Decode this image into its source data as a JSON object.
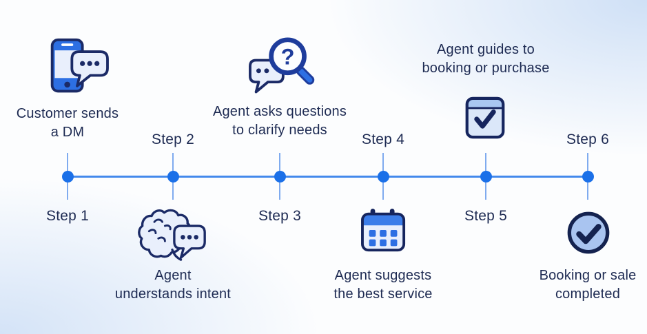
{
  "title_hidden": "",
  "palette": {
    "navy_text": "#1d2a52",
    "icon_outline_navy": "#1b2a66",
    "deep_navy": "#16255e",
    "bright_blue": "#2d6fe3",
    "light_fill": "#e9effc",
    "medium_blue_fill": "#a9c4f0",
    "calendar_header_blue": "#3c7de9",
    "timeline_line": "#4389ec",
    "timeline_tick": "#7fabef",
    "timeline_dot": "#1b70e8",
    "background_tint": "#cfe0f6"
  },
  "timeline": {
    "step_count": 6,
    "orientation": "horizontal"
  },
  "steps": [
    {
      "label": "Step 1",
      "caption": [
        "Customer sends",
        "a DM"
      ],
      "icon": "phone-chat-icon",
      "content_side": "above"
    },
    {
      "label": "Step 2",
      "caption": [
        "Agent",
        "understands intent"
      ],
      "icon": "brain-chat-icon",
      "content_side": "below"
    },
    {
      "label": "Step 3",
      "caption": [
        "Agent asks questions",
        "to clarify needs"
      ],
      "icon": "magnifier-question-icon",
      "content_side": "above"
    },
    {
      "label": "Step 4",
      "caption": [
        "Agent suggests",
        "the best service"
      ],
      "icon": "calendar-icon",
      "content_side": "below"
    },
    {
      "label": "Step 5",
      "caption": [
        "Agent guides to",
        "booking or purchase"
      ],
      "icon": "calendar-check-icon",
      "content_side": "above"
    },
    {
      "label": "Step 6",
      "caption": [
        "Booking or sale",
        "completed"
      ],
      "icon": "check-circle-icon",
      "content_side": "below"
    }
  ],
  "glyphs": {
    "question_mark": "?"
  }
}
